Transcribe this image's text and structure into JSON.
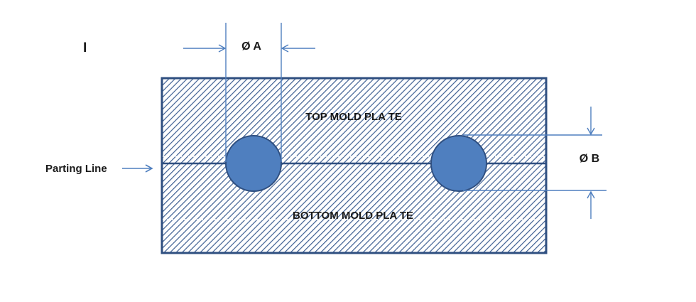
{
  "cursor_mark": "I",
  "dimension_a": "Ø A",
  "dimension_b": "Ø B",
  "top_plate_label": "TOP MOLD PLA TE",
  "bottom_plate_label": "BOTTOM MOLD PLA TE",
  "parting_line_label": "Parting Line",
  "colors": {
    "plate_outline": "#2f4f80",
    "hatch": "#3e5f92",
    "hole_fill": "#4f7fbf",
    "dimension_line": "#4f7fbf",
    "text": "#1a1a1a"
  }
}
